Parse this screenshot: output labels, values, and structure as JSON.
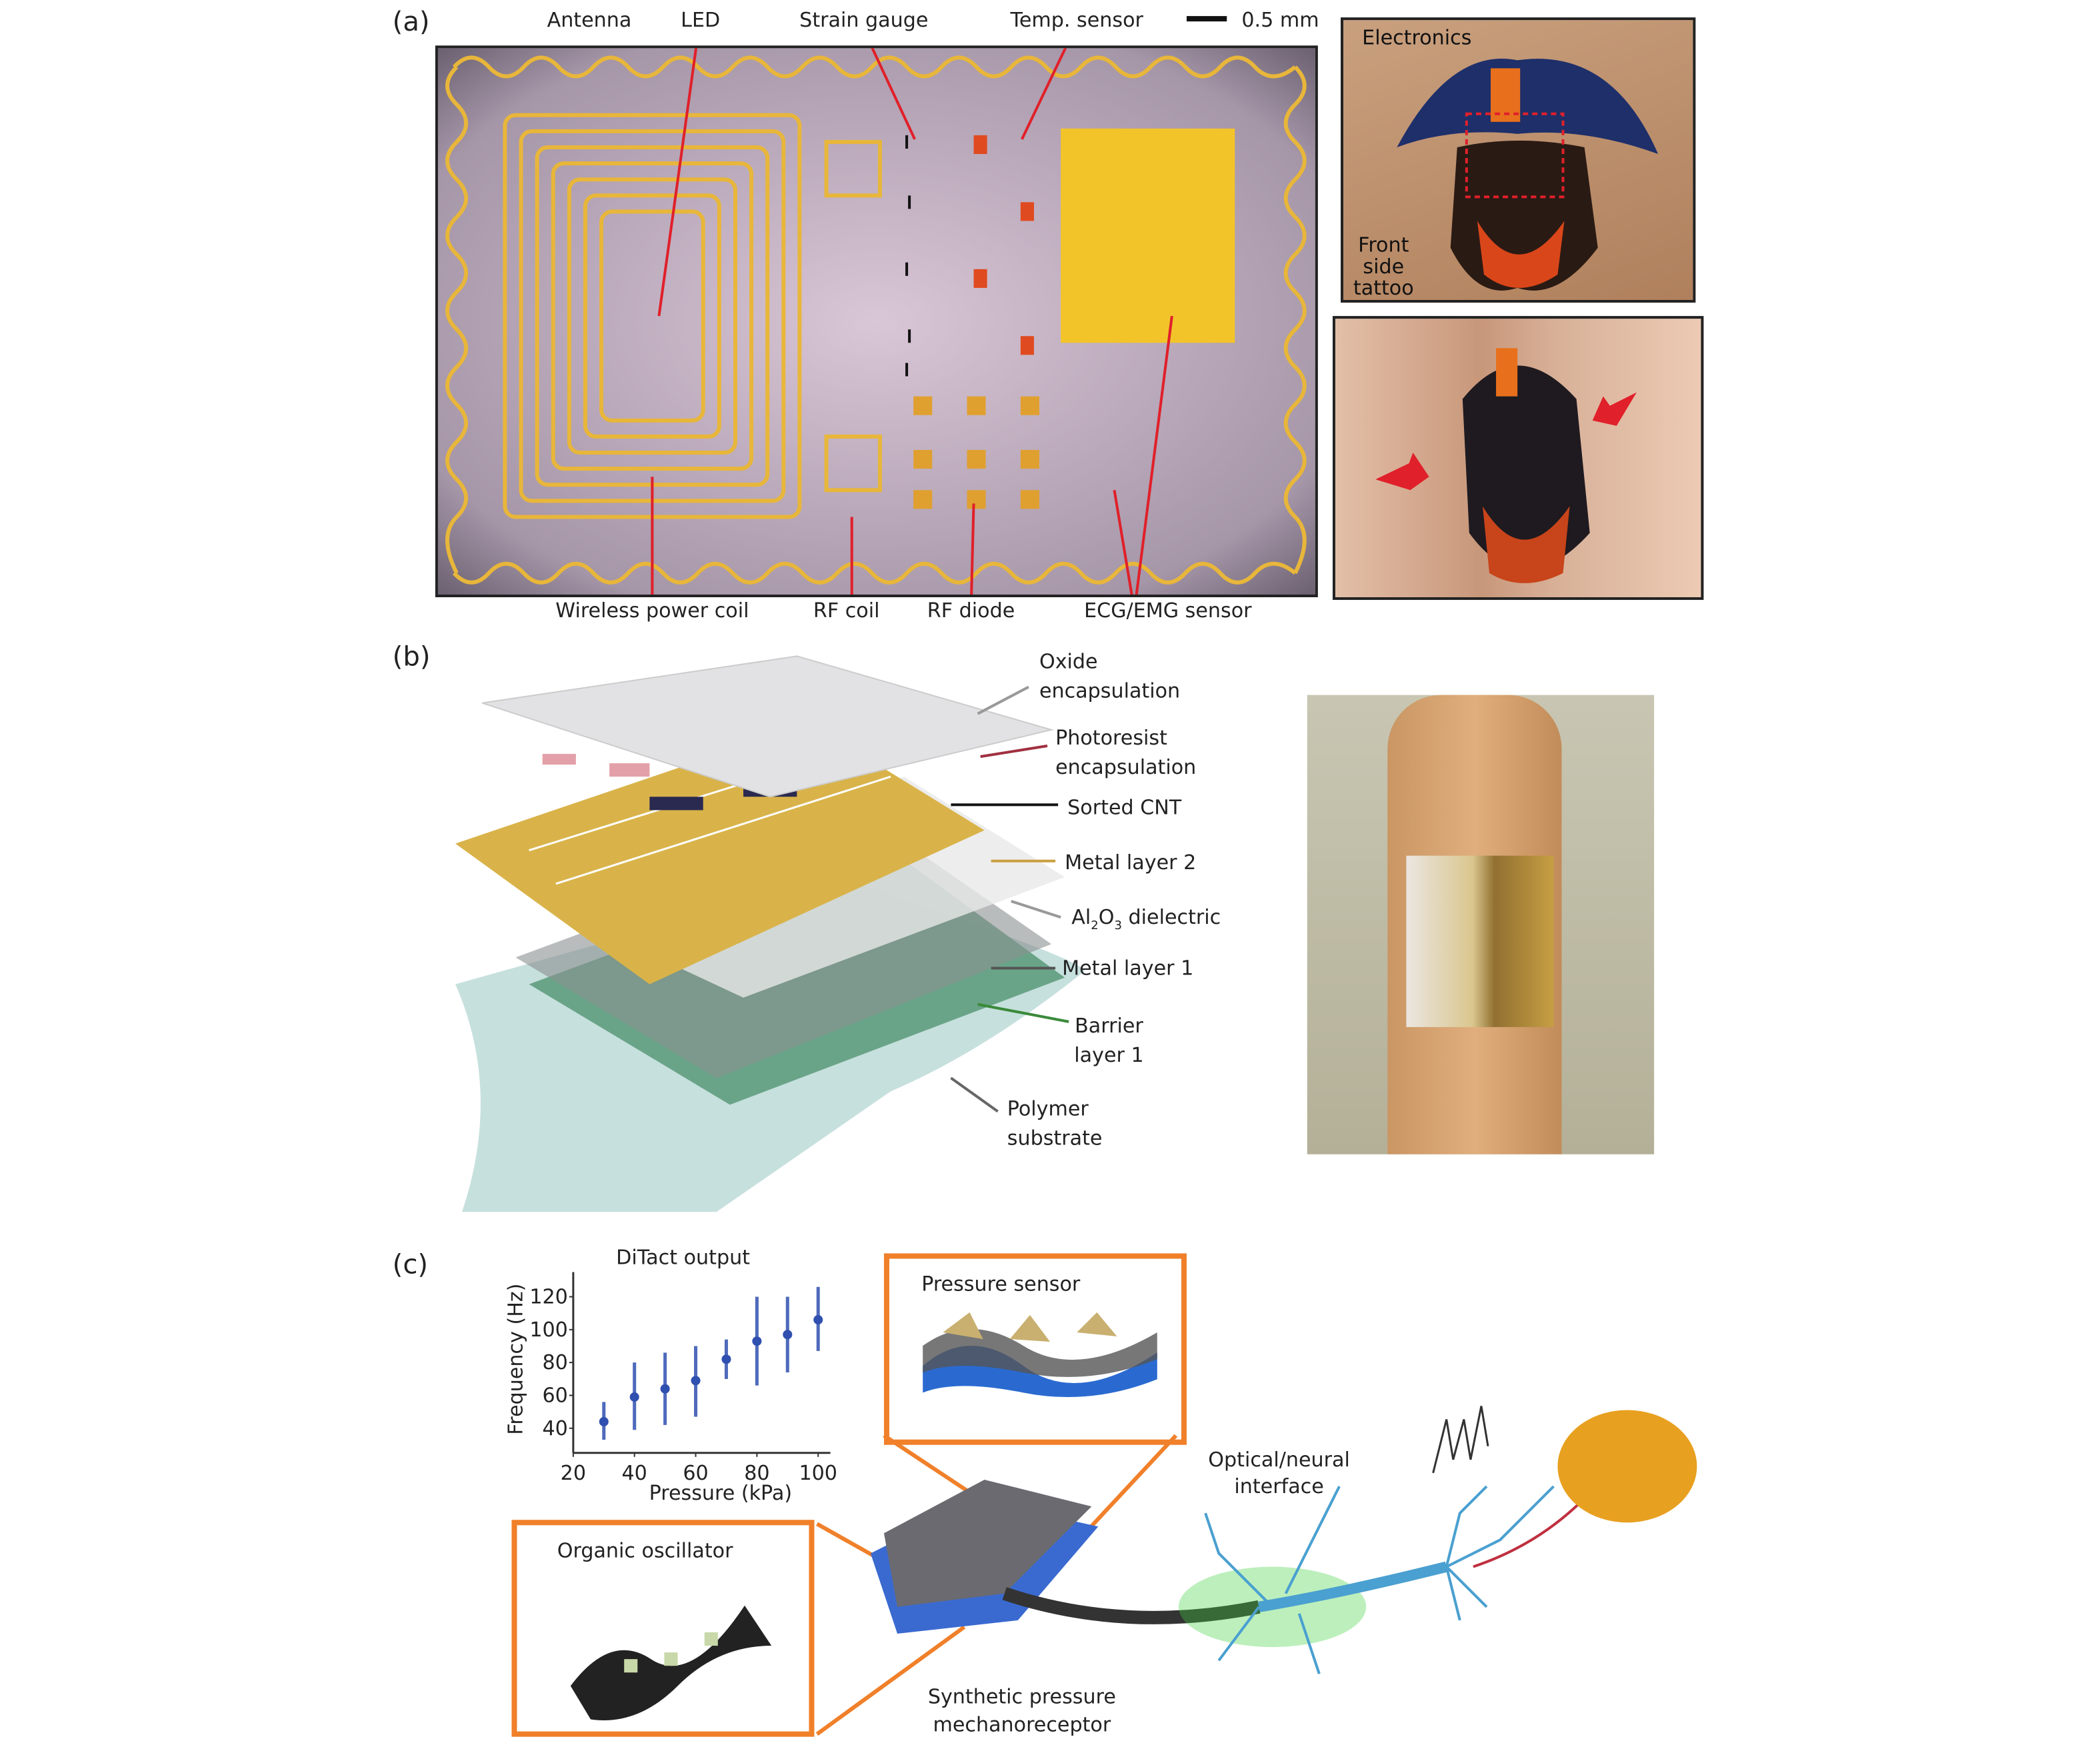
{
  "panels": {
    "a": "(a)",
    "b": "(b)",
    "c": "(c)"
  },
  "panel_a": {
    "top_labels": [
      "Antenna",
      "LED",
      "Strain gauge",
      "Temp. sensor"
    ],
    "scale_bar": "0.5 mm",
    "bottom_labels": [
      "Wireless power coil",
      "RF coil",
      "RF diode",
      "ECG/EMG sensor"
    ],
    "photo_labels": {
      "electronics": "Electronics",
      "tattoo": [
        "Front",
        "side",
        "tattoo"
      ]
    }
  },
  "panel_b": {
    "layers": [
      [
        "Oxide",
        "encapsulation"
      ],
      [
        "Photoresist",
        "encapsulation"
      ],
      [
        "Sorted CNT"
      ],
      [
        "Metal layer 2"
      ],
      [
        "Al",
        "2",
        "O",
        "3",
        " dielectric"
      ],
      [
        "Metal layer 1"
      ],
      [
        "Barrier",
        "layer 1"
      ],
      [
        "Polymer",
        "substrate"
      ]
    ]
  },
  "panel_c": {
    "pressure_sensor": "Pressure sensor",
    "organic_oscillator": "Organic oscillator",
    "optical_interface": [
      "Optical/neural",
      "interface"
    ],
    "mechanoreceptor": [
      "Synthetic pressure",
      "mechanoreceptor"
    ]
  },
  "chart_data": {
    "type": "scatter",
    "title": "DiTact output",
    "xlabel": "Pressure (kPa)",
    "ylabel": "Frequency (Hz)",
    "xlim": [
      20,
      104
    ],
    "ylim": [
      25,
      135
    ],
    "xticks": [
      20,
      40,
      60,
      80,
      100
    ],
    "yticks": [
      40,
      60,
      80,
      100,
      120
    ],
    "x": [
      30,
      40,
      50,
      60,
      70,
      80,
      90,
      100
    ],
    "y": [
      44,
      59,
      64,
      69,
      82,
      93,
      97,
      106
    ],
    "err_low": [
      33,
      39,
      42,
      47,
      70,
      66,
      74,
      87
    ],
    "err_high": [
      56,
      80,
      86,
      90,
      94,
      120,
      120,
      126
    ],
    "color": "#3050b0"
  }
}
